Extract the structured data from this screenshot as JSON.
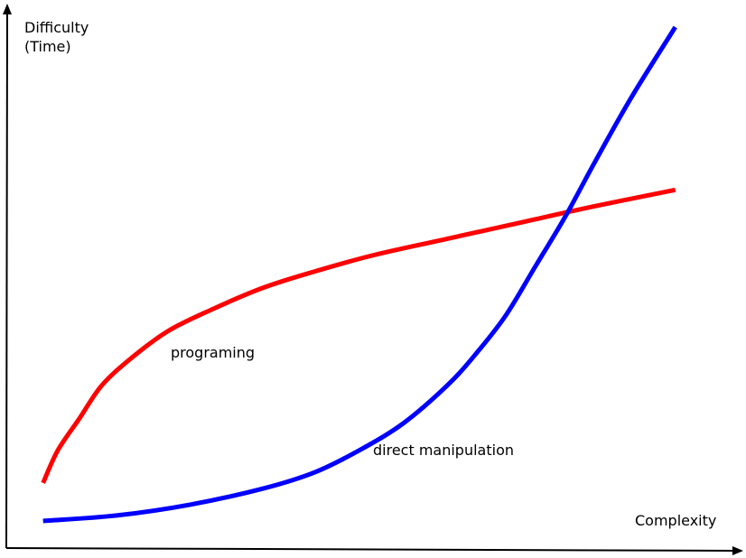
{
  "chart_data": {
    "type": "line",
    "title": "",
    "ylabel_lines": [
      "Difficulty",
      "(Time)"
    ],
    "xlabel": "Complexity",
    "xlim": [
      0,
      1
    ],
    "ylim": [
      0,
      1
    ],
    "grid": false,
    "legend": "none",
    "series": [
      {
        "name": "programing",
        "color": "#ff0000",
        "x": [
          0.05,
          0.07,
          0.1,
          0.13,
          0.17,
          0.22,
          0.28,
          0.35,
          0.42,
          0.5,
          0.6,
          0.7,
          0.8,
          0.91
        ],
        "y": [
          0.12,
          0.18,
          0.24,
          0.3,
          0.35,
          0.4,
          0.44,
          0.48,
          0.51,
          0.54,
          0.57,
          0.6,
          0.63,
          0.66
        ]
      },
      {
        "name": "direct manipulation",
        "color": "#0000ff",
        "x": [
          0.05,
          0.15,
          0.25,
          0.35,
          0.42,
          0.48,
          0.54,
          0.6,
          0.64,
          0.68,
          0.72,
          0.76,
          0.8,
          0.85,
          0.91
        ],
        "y": [
          0.05,
          0.06,
          0.08,
          0.11,
          0.14,
          0.18,
          0.23,
          0.3,
          0.36,
          0.43,
          0.52,
          0.61,
          0.71,
          0.83,
          0.96
        ]
      }
    ]
  }
}
